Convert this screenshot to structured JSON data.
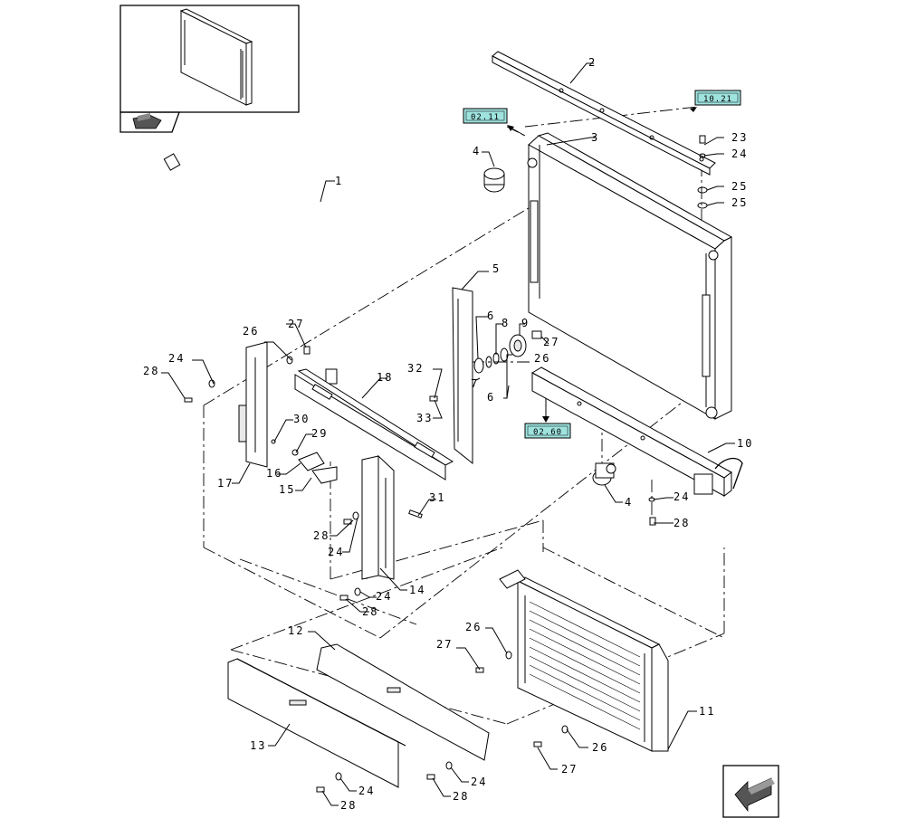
{
  "callouts": {
    "c1": "1",
    "c2": "2",
    "c3": "3",
    "c4a": "4",
    "c4b": "4",
    "c5": "5",
    "c6a": "6",
    "c6b": "6",
    "c7": "7",
    "c8": "8",
    "c9": "9",
    "c10": "10",
    "c11": "11",
    "c12": "12",
    "c13": "13",
    "c14": "14",
    "c15": "15",
    "c16": "16",
    "c17": "17",
    "c18": "18",
    "c23": "23",
    "c24a": "24",
    "c24b": "24",
    "c24c": "24",
    "c24d": "24",
    "c24e": "24",
    "c24f": "24",
    "c24g": "24",
    "c25a": "25",
    "c25b": "25",
    "c26a": "26",
    "c26b": "26",
    "c26c": "26",
    "c26d": "26",
    "c27a": "27",
    "c27b": "27",
    "c27c": "27",
    "c27d": "27",
    "c28a": "28",
    "c28b": "28",
    "c28c": "28",
    "c28d": "28",
    "c28e": "28",
    "c28f": "28",
    "c29": "29",
    "c30": "30",
    "c31": "31",
    "c32": "32",
    "c33": "33"
  },
  "references": {
    "ref_top_left": "02.11",
    "ref_top_right": "10.21",
    "ref_mid": "02.60"
  },
  "icons": {
    "thumbnail": "radiator-thumbnail",
    "nav_top": "page-flip-icon",
    "nav_bottom": "previous-page-arrow-icon"
  }
}
